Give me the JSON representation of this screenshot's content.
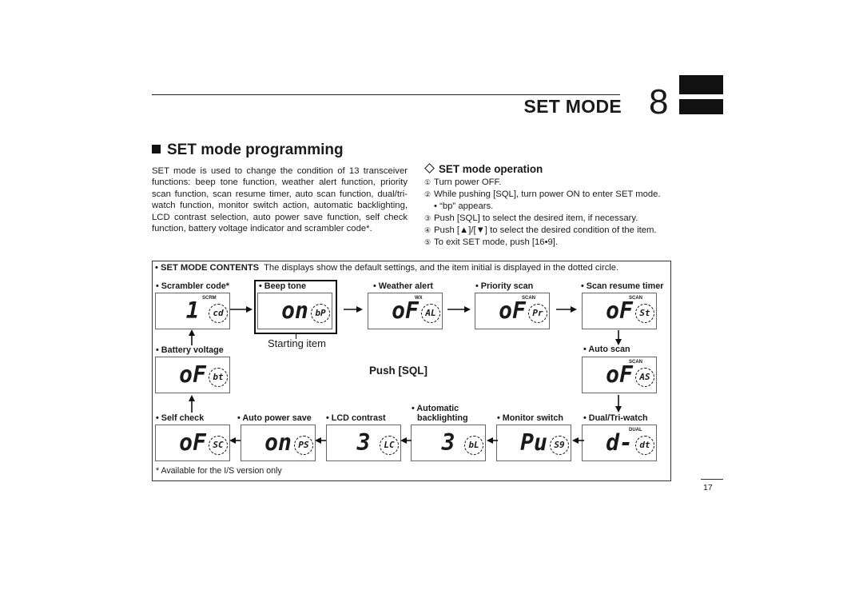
{
  "header": {
    "title": "SET MODE",
    "chapter_number": "8"
  },
  "section": {
    "title": "SET mode programming"
  },
  "intro_text": "SET mode is used to change the condition of 13 transceiver functions: beep tone function, weather alert function, priority scan function, scan resume timer, auto scan function, dual/tri-watch function, monitor switch action, automatic backlighting, LCD contrast selection, auto power save function, self check function, battery voltage indicator and scrambler code*.",
  "operation": {
    "title": "SET mode operation",
    "steps": [
      {
        "num": "①",
        "text": "Turn power OFF."
      },
      {
        "num": "②",
        "text": "While pushing [SQL], turn power ON to enter SET mode."
      },
      {
        "num": "",
        "text": "• “bp” appears."
      },
      {
        "num": "③",
        "text": "Push [SQL] to select the desired item, if necessary."
      },
      {
        "num": "④",
        "text": "Push [▲]/[▼] to select the desired condition of the item."
      },
      {
        "num": "⑤",
        "text": "To exit SET mode, push [16•9]."
      }
    ]
  },
  "diagram": {
    "contents_label": "• SET MODE CONTENTS",
    "contents_text": "The displays show the default settings, and the item initial is displayed in the dotted circle.",
    "start_item": "Starting item",
    "push_sql": "Push [SQL]",
    "items": [
      {
        "label": "• Scrambler code*",
        "value": "1",
        "initial": "cd",
        "indicator": "SCRM"
      },
      {
        "label": "• Beep tone",
        "value": "on",
        "initial": "bP",
        "indicator": ""
      },
      {
        "label": "• Weather alert",
        "value": "oF",
        "initial": "AL",
        "indicator": "WX"
      },
      {
        "label": "• Priority scan",
        "value": "oF",
        "initial": "Pr",
        "indicator": "SCAN"
      },
      {
        "label": "• Scan resume timer",
        "value": "oF",
        "initial": "St",
        "indicator": "SCAN"
      },
      {
        "label": "• Auto scan",
        "value": "oF",
        "initial": "AS",
        "indicator": "SCAN"
      },
      {
        "label": "• Dual/Tri-watch",
        "value": "d-",
        "initial": "dt",
        "indicator": "DUAL"
      },
      {
        "label": "• Monitor switch",
        "value": "Pu",
        "initial": "S9",
        "indicator": ""
      },
      {
        "label_line1": "• Automatic",
        "label": "backlighting",
        "value": "3",
        "initial": "bL",
        "indicator": ""
      },
      {
        "label": "• LCD contrast",
        "value": "3",
        "initial": "LC",
        "indicator": ""
      },
      {
        "label": "• Auto power save",
        "value": "on",
        "initial": "PS",
        "indicator": ""
      },
      {
        "label": "• Self check",
        "value": "oF",
        "initial": "SC",
        "indicator": ""
      },
      {
        "label": "• Battery voltage",
        "value": "oF",
        "initial": "bt",
        "indicator": ""
      }
    ]
  },
  "footnote": "* Available for the I/S version only",
  "page_number": "17"
}
